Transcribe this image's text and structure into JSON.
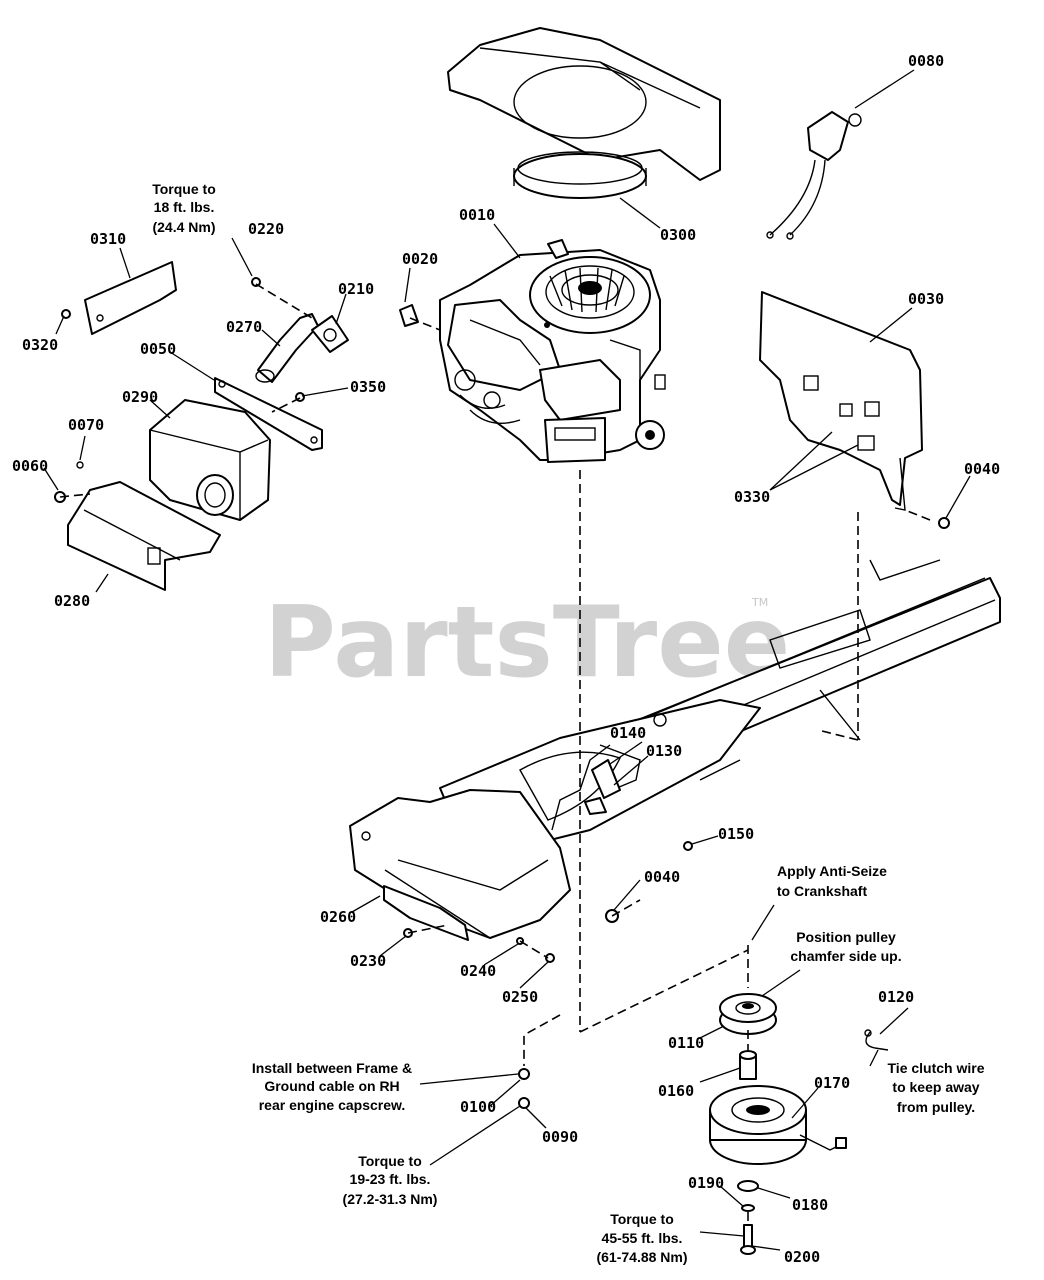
{
  "watermark": "PartsTree",
  "watermark_mark": "TM",
  "labels": {
    "p0010": "0010",
    "p0020": "0020",
    "p0030": "0030",
    "p0040a": "0040",
    "p0040b": "0040",
    "p0050": "0050",
    "p0060": "0060",
    "p0070": "0070",
    "p0080": "0080",
    "p0090": "0090",
    "p0100": "0100",
    "p0110": "0110",
    "p0120": "0120",
    "p0130": "0130",
    "p0140": "0140",
    "p0150": "0150",
    "p0160": "0160",
    "p0170": "0170",
    "p0180": "0180",
    "p0190": "0190",
    "p0200": "0200",
    "p0210": "0210",
    "p0220": "0220",
    "p0230": "0230",
    "p0240": "0240",
    "p0250": "0250",
    "p0260": "0260",
    "p0270": "0270",
    "p0280": "0280",
    "p0290": "0290",
    "p0300": "0300",
    "p0310": "0310",
    "p0320": "0320",
    "p0330": "0330",
    "p0350": "0350"
  },
  "notes": {
    "torque_muffler": [
      "Torque to",
      "18 ft. lbs.",
      "(24.4 Nm)"
    ],
    "anti_seize": [
      "Apply Anti-Seize",
      "to Crankshaft"
    ],
    "pulley": [
      "Position pulley",
      "chamfer side up."
    ],
    "ground_cable": [
      "Install between Frame &",
      "Ground cable on RH",
      "rear engine capscrew."
    ],
    "torque_capscrew": [
      "Torque to",
      "19-23 ft. lbs.",
      "(27.2-31.3 Nm)"
    ],
    "clutch_wire": [
      "Tie clutch wire",
      "to keep away",
      "from pulley."
    ],
    "torque_clutch": [
      "Torque to",
      "45-55 ft. lbs.",
      "(61-74.88 Nm)"
    ]
  }
}
